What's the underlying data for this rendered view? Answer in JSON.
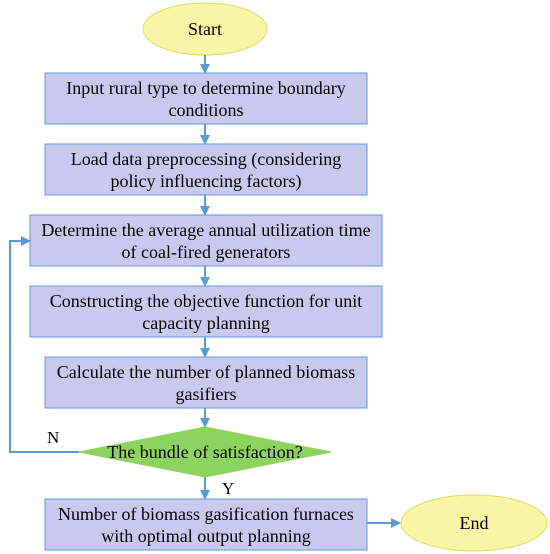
{
  "colors": {
    "terminal_fill": "#fbf5a6",
    "terminal_stroke": "#e0d86a",
    "process_fill": "#c9c9f0",
    "process_stroke": "#5b9bd5",
    "decision_fill": "#8dd35f",
    "arrow": "#5b9bd5",
    "text": "#000000"
  },
  "flowchart": {
    "start": "Start",
    "steps": [
      "Input rural type to determine boundary conditions",
      "Load data preprocessing (considering policy influencing factors)",
      "Determine the average annual utilization time of coal-fired generators",
      "Constructing the objective function for unit capacity planning",
      "Calculate the number of planned biomass gasifiers"
    ],
    "decision": "The bundle of satisfaction?",
    "no_label": "N",
    "yes_label": "Y",
    "result": "Number of biomass gasification furnaces with optimal output planning",
    "end": "End"
  }
}
